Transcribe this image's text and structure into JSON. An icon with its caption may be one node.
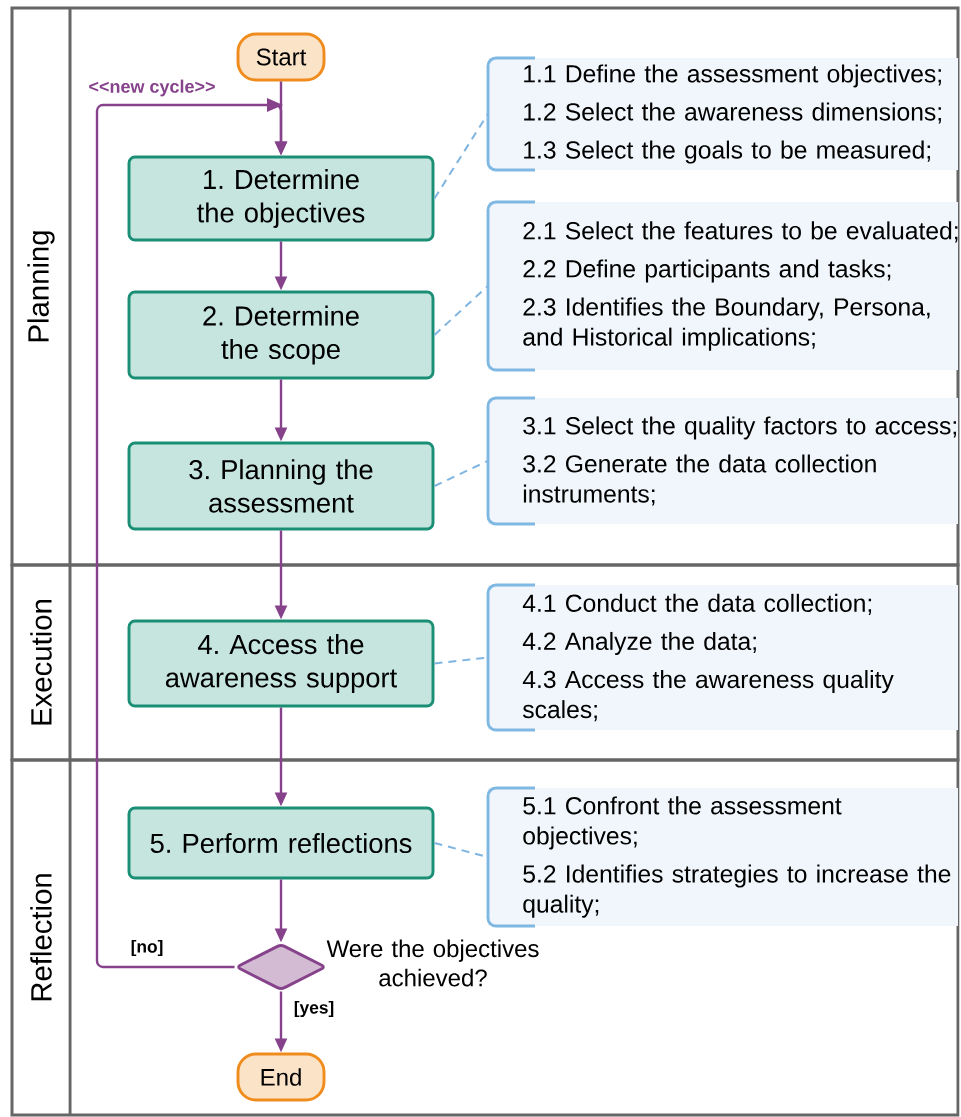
{
  "diagram": {
    "nodes": [
      {
        "text": [
          "Planning"
        ]
      },
      {
        "text": [
          "Execution"
        ]
      },
      {
        "text": [
          "Reflection"
        ]
      },
      {
        "text": [
          "Start"
        ],
        "in": 0
      },
      {
        "text": [
          "1. Determine the objectives"
        ],
        "in": 0
      },
      {
        "text": [
          "1.1 Define the assessment objectives;",
          "1.2 Select the awareness dimensions;",
          "1.3 Select the goals to be measured;"
        ],
        "in": 0
      },
      {
        "text": [
          "2. Determine the scope"
        ],
        "in": 0
      },
      {
        "text": [
          "2.1 Select the features to be evaluated;",
          "2.2 Define participants and tasks;",
          "2.3 Identifies the Boundary, Persona, and Historical implications;"
        ],
        "in": 0
      },
      {
        "text": [
          "3. Planning the assessment"
        ],
        "in": 0
      },
      {
        "text": [
          "3.1 Select the quality factors to access;",
          "3.2 Generate the data collection instruments;"
        ],
        "in": 0
      },
      {
        "text": [
          "4. Access the awareness support"
        ],
        "in": 1
      },
      {
        "text": [
          "4.1 Conduct the data collection;",
          "4.2 Analyze the data;",
          "4.3  Access the awareness quality scales;"
        ],
        "in": 1
      },
      {
        "text": [
          "5. Perform reflections"
        ],
        "in": 2
      },
      {
        "text": [
          "5.1 Confront the assessment objectives;",
          "5.2 Identifies strategies to increase the quality;"
        ],
        "in": 2
      },
      {
        "text": [],
        "shape": "diamond",
        "beside": [
          "Were the objectives achieved?"
        ],
        "in": 2
      },
      {
        "text": [
          "End"
        ],
        "in": 2
      }
    ],
    "edges": [
      {
        "from": 3,
        "to": 4,
        "arrow": "to"
      },
      {
        "from": 4,
        "to": 6,
        "arrow": "to"
      },
      {
        "from": 6,
        "to": 8,
        "arrow": "to"
      },
      {
        "from": 8,
        "to": 10,
        "arrow": "to"
      },
      {
        "from": 10,
        "to": 12,
        "arrow": "to"
      },
      {
        "from": 12,
        "to": 14,
        "arrow": "to"
      },
      {
        "from": 14,
        "to": 15,
        "arrow": "to",
        "label": "[yes]"
      },
      {
        "from": 14,
        "to": 4,
        "arrow": "to",
        "label": "[no]"
      },
      {
        "from": 4,
        "to": 5,
        "arrow": "none",
        "style": "dashed",
        "color": "#7fb5e0"
      },
      {
        "from": 6,
        "to": 7,
        "arrow": "none",
        "style": "dashed",
        "color": "#7fb5e0"
      },
      {
        "from": 8,
        "to": 9,
        "arrow": "none",
        "style": "dashed",
        "color": "#7fb5e0"
      },
      {
        "from": 10,
        "to": 11,
        "arrow": "none",
        "style": "dashed",
        "color": "#7fb5e0"
      },
      {
        "from": 12,
        "to": 13,
        "arrow": "none",
        "style": "dashed",
        "color": "#7fb5e0"
      }
    ],
    "labels": [
      "<<new cycle>>"
    ]
  }
}
